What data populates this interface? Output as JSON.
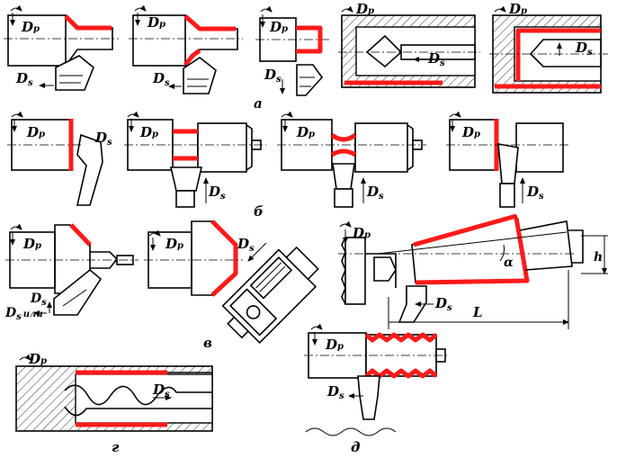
{
  "labels": {
    "dp": "D",
    "dp_sub": "p",
    "ds": "D",
    "ds_sub": "s",
    "ds_or": "или",
    "alpha": "α",
    "h": "h",
    "L": "L"
  },
  "sections": {
    "a": "а",
    "b": "б",
    "v": "в",
    "g": "г",
    "d": "д"
  },
  "colors": {
    "machined_surface": "#ff1a1a",
    "outline": "#000000"
  }
}
